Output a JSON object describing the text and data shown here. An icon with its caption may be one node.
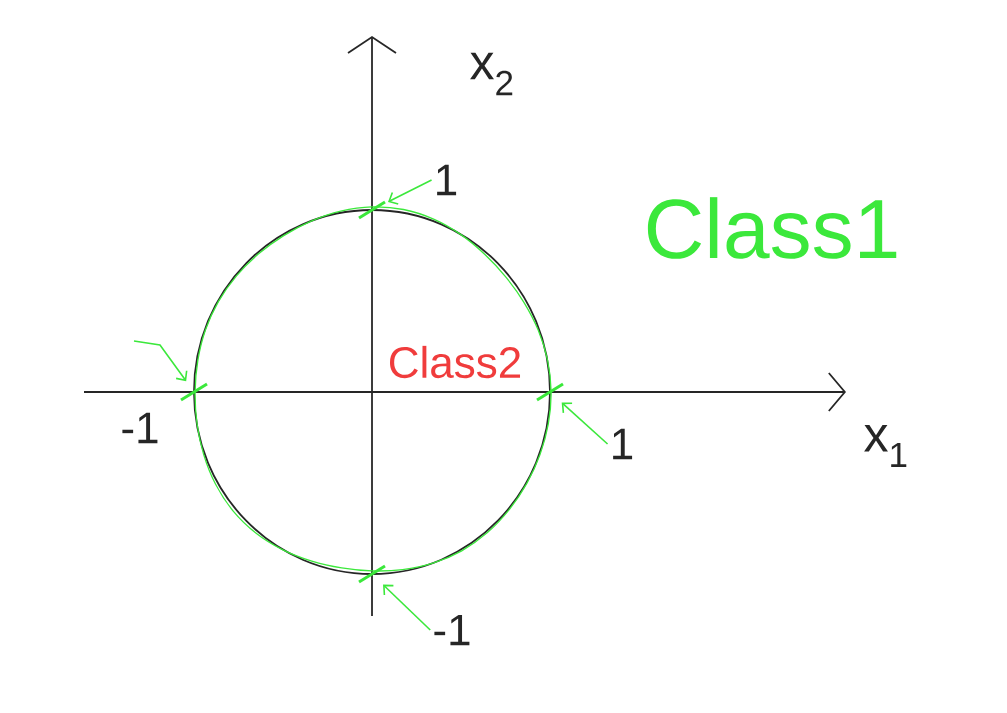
{
  "diagram": {
    "nodes": [
      {
        "text": [
          "Class2"
        ]
      },
      {
        "text": [
          "1"
        ]
      },
      {
        "text": [],
        "shape": "slash"
      },
      {
        "text": [
          "-1"
        ]
      },
      {
        "text": [],
        "shape": "slash"
      },
      {
        "text": [
          "1"
        ]
      },
      {
        "text": [],
        "shape": "slash"
      },
      {
        "text": [
          "-1"
        ]
      },
      {
        "text": [],
        "shape": "slash"
      }
    ],
    "edges": [
      {
        "from": 1,
        "to": 2,
        "arrow": "to"
      },
      {
        "from": null,
        "to": 4,
        "arrow": "to"
      },
      {
        "from": 5,
        "to": 6,
        "arrow": "to"
      },
      {
        "from": 7,
        "to": 8,
        "arrow": "to"
      }
    ],
    "labels": [
      "x$_{2}$",
      "Class1",
      "x$_{1}$"
    ]
  }
}
